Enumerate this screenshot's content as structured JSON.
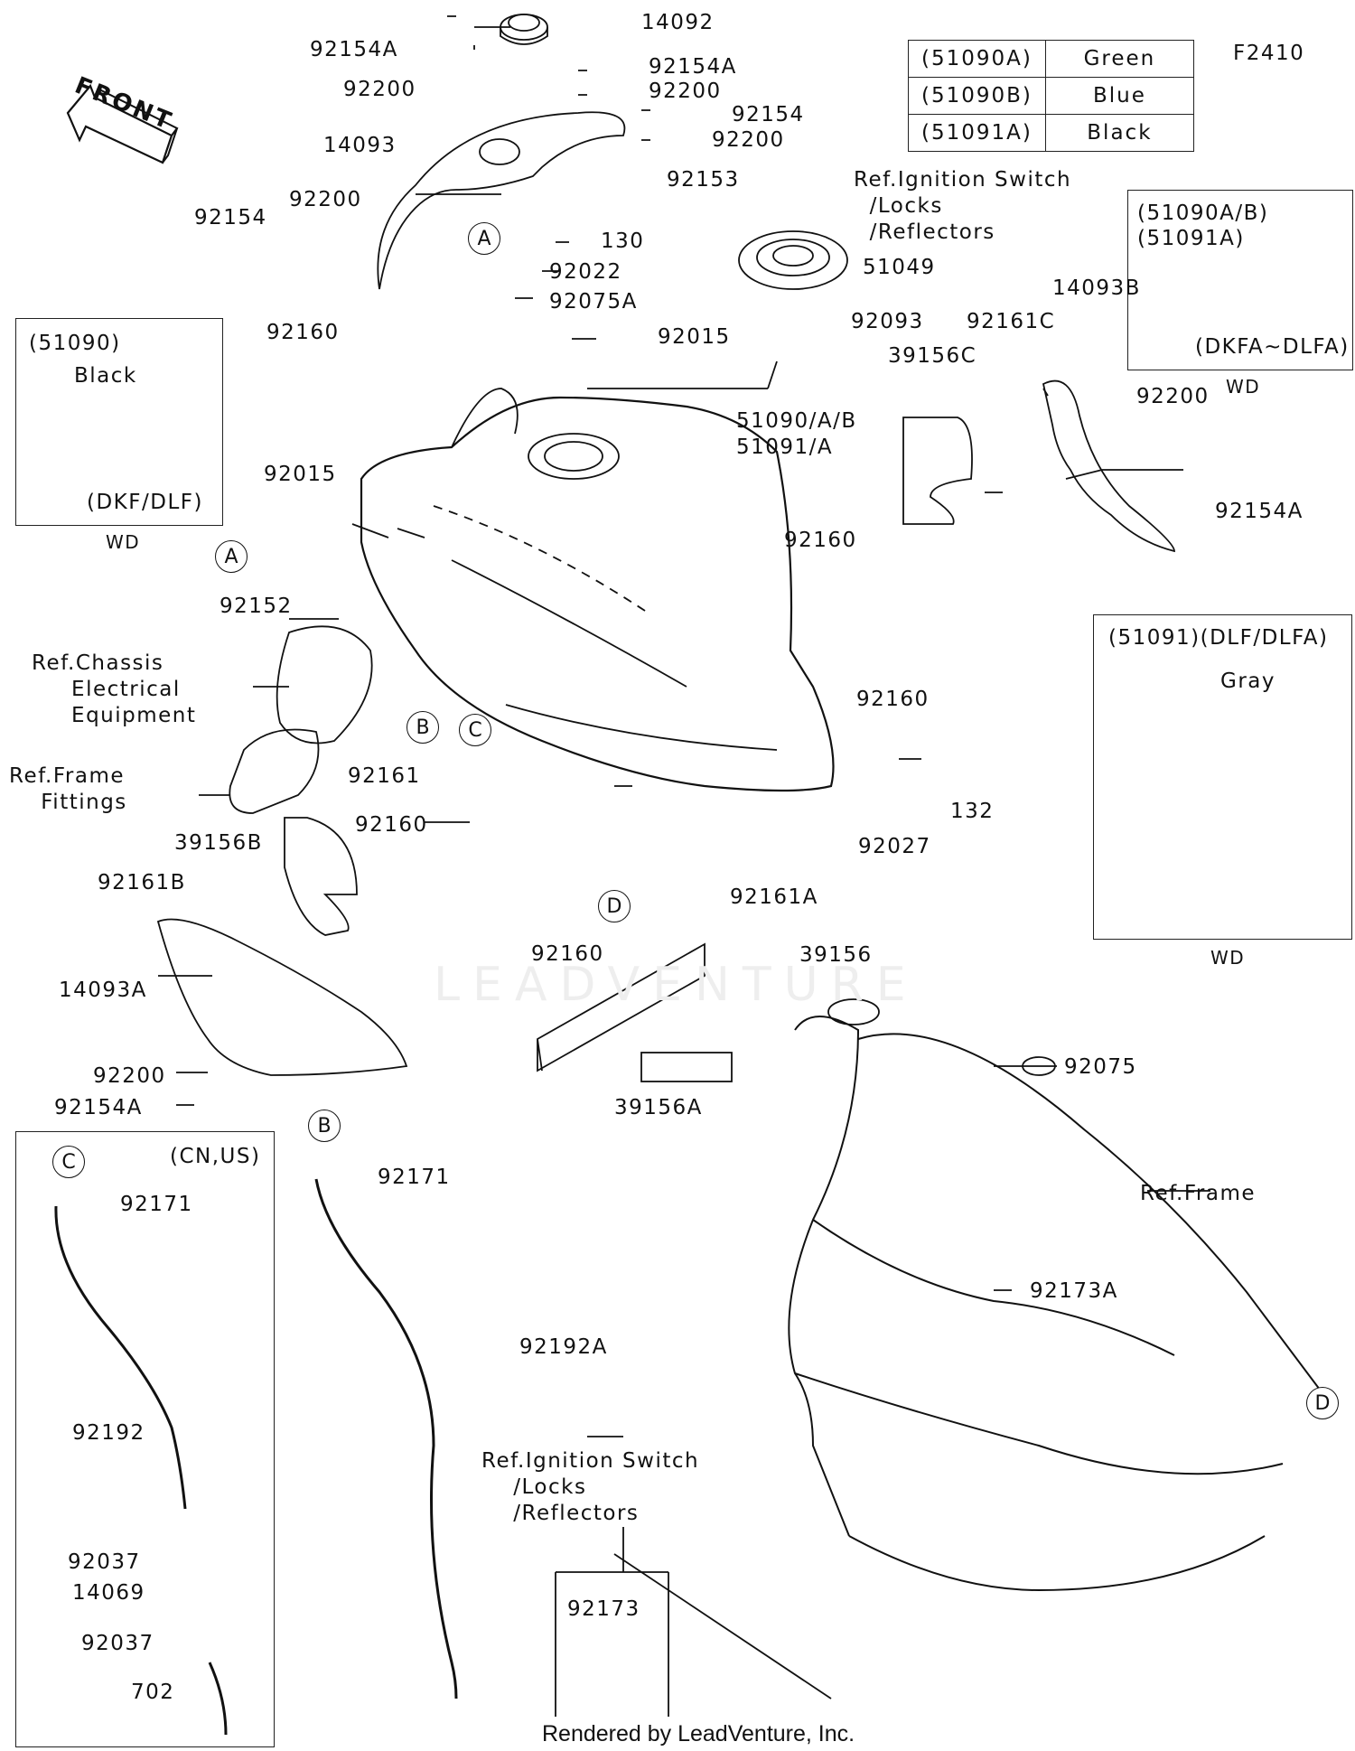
{
  "diagram_code": "F2410",
  "front_label": "FRONT",
  "color_table": [
    {
      "part": "(51090A)",
      "color": "Green"
    },
    {
      "part": "(51090B)",
      "color": "Blue"
    },
    {
      "part": "(51091A)",
      "color": "Black"
    }
  ],
  "inset_top_right": {
    "line1": "(51090A/B)",
    "line2": "(51091A)",
    "model": "(DKFA~DLFA)",
    "note": "WD"
  },
  "inset_left": {
    "title": "(51090)",
    "color": "Black",
    "model": "(DKF/DLF)",
    "note": "WD"
  },
  "inset_right": {
    "title": "(51091)(DLF/DLFA)",
    "color": "Gray",
    "note": "WD"
  },
  "inset_bottom_left": {
    "region": "(CN,US)",
    "callout": "C"
  },
  "callouts": [
    "A",
    "B",
    "C",
    "D"
  ],
  "parts": {
    "p14092": "14092",
    "p92154A_1": "92154A",
    "p92154A_2": "92154A",
    "p92200_1": "92200",
    "p92200_2": "92200",
    "p92154_1": "92154",
    "p14093": "14093",
    "p92200_3": "92200",
    "p92153": "92153",
    "p92154_2": "92154",
    "p92200_4": "92200",
    "p130": "130",
    "p92022": "92022",
    "p51049": "51049",
    "p92075A": "92075A",
    "p92093": "92093",
    "p92160_1": "92160",
    "p92015_1": "92015",
    "p14093B": "14093B",
    "p92161C": "92161C",
    "p39156C": "39156C",
    "p92200_5": "92200",
    "p51090": "51090/A/B",
    "p51091": "51091/A",
    "p92015_2": "92015",
    "p92154A_3": "92154A",
    "p92160_2": "92160",
    "p92152": "92152",
    "p92160_3": "92160",
    "p92161": "92161",
    "p132": "132",
    "p92160_4": "92160",
    "p92027": "92027",
    "p39156B": "39156B",
    "p92161A": "92161A",
    "p92161B": "92161B",
    "p92160_5": "92160",
    "p39156": "39156",
    "p14093A": "14093A",
    "p92200_6": "92200",
    "p92154A_4": "92154A",
    "p39156A": "39156A",
    "p92075": "92075",
    "p92171_1": "92171",
    "p92171_2": "92171",
    "p92192": "92192",
    "p92192A": "92192A",
    "p92037_1": "92037",
    "p14069": "14069",
    "p92037_2": "92037",
    "p702": "702",
    "p92173A": "92173A",
    "p92173": "92173"
  },
  "refs": {
    "ignition_top": "Ref.Ignition Switch\n  /Locks\n  /Reflectors",
    "chassis": "Ref.Chassis\n     Electrical\n     Equipment",
    "frame_fittings": "Ref.Frame\n    Fittings",
    "frame": "Ref.Frame",
    "ignition_bottom": "Ref.Ignition Switch\n    /Locks\n    /Reflectors"
  },
  "watermark": "LEADVENTURE",
  "footer": "Rendered by LeadVenture, Inc."
}
